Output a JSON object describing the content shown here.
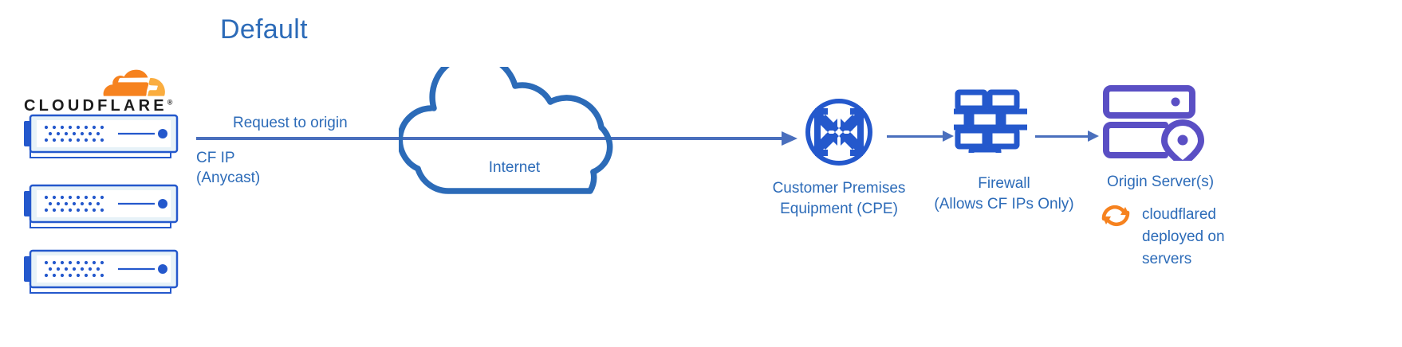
{
  "diagram": {
    "title": "Default",
    "colors": {
      "blue_text": "#2c6bb8",
      "line_blue": "#4a6fbd",
      "icon_blue": "#2458cc",
      "server_purple": "#5a4fc4",
      "cf_orange": "#f6821f",
      "cf_orange_light": "#faad3f",
      "background": "#ffffff"
    },
    "brand": {
      "name": "CLOUDFLARE",
      "trademark": "®",
      "logo_icon": "cloudflare-cloud-icon"
    },
    "edge_servers": {
      "icon": "server-appliance-icon",
      "count": 3
    },
    "flow": {
      "request_label": "Request to origin",
      "source_label_line1": "CF IP",
      "source_label_line2": "(Anycast)",
      "arrow_icon": "arrow-right-icon"
    },
    "internet": {
      "label": "Internet",
      "icon": "cloud-outline-icon"
    },
    "nodes": [
      {
        "id": "cpe",
        "icon": "router-converge-arrows-icon",
        "label_line1": "Customer Premises",
        "label_line2": "Equipment (CPE)"
      },
      {
        "id": "firewall",
        "icon": "firewall-brick-wall-icon",
        "label_line1": "Firewall",
        "label_line2": "(Allows CF IPs Only)"
      },
      {
        "id": "origin",
        "icon": "server-rack-location-pin-icon",
        "label_line1": "Origin Server(s)"
      }
    ],
    "note": {
      "icon": "orange-sync-arrows-icon",
      "line1": "cloudflared",
      "line2": "deployed on",
      "line3": "servers"
    }
  }
}
